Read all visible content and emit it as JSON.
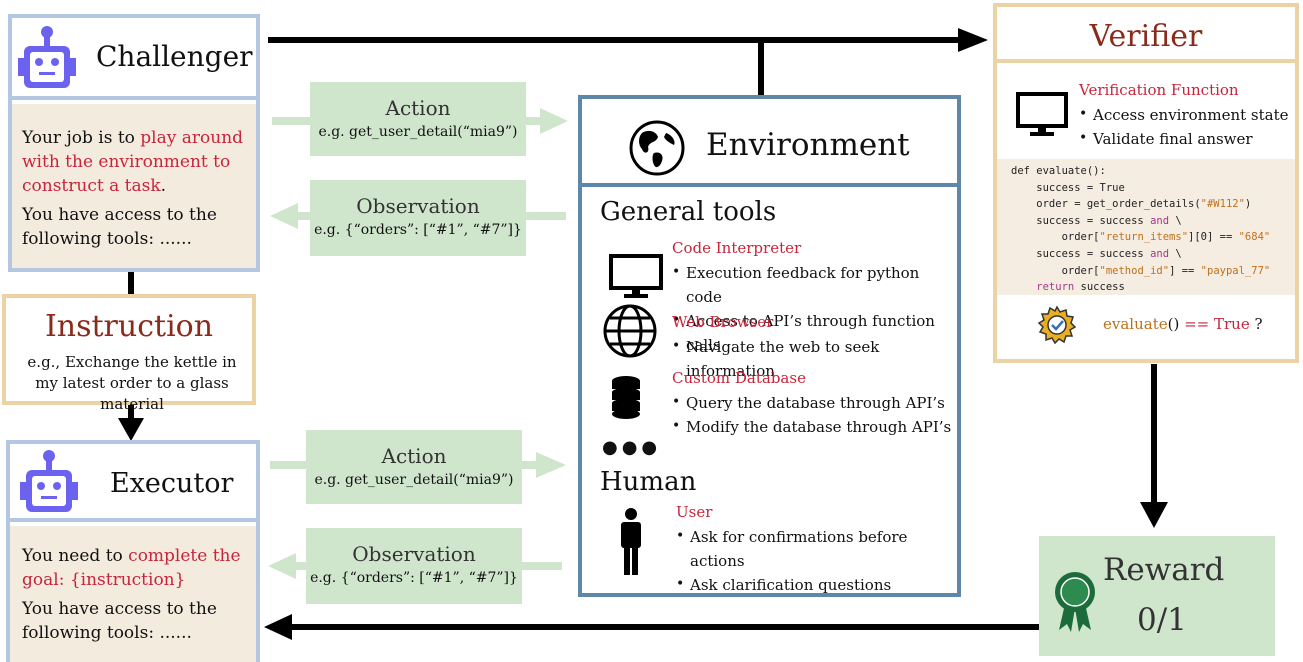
{
  "challenger": {
    "title": "Challenger",
    "body_line1_pre": "Your job is to ",
    "body_line1_red": "play around with the environment to construct a task",
    "body_line1_post": ".",
    "body_line2": "You have access to the following tools: ......"
  },
  "instruction": {
    "title": "Instruction",
    "text": "e.g., Exchange the kettle in my latest order to a glass material"
  },
  "executor": {
    "title": "Executor",
    "body_line1_pre": "You need to ",
    "body_line1_red": "complete the goal: {instruction}",
    "body_line2": "You have access to the following tools: ......"
  },
  "top_action": {
    "label": "Action",
    "example": "e.g. get_user_detail(“mia9”)"
  },
  "top_observation": {
    "label": "Observation",
    "example": "e.g. {“orders”: [“#1”, “#7”]}"
  },
  "bottom_action": {
    "label": "Action",
    "example": "e.g. get_user_detail(“mia9”)"
  },
  "bottom_observation": {
    "label": "Observation",
    "example": "e.g. {“orders”: [“#1”, “#7”]}"
  },
  "environment": {
    "title": "Environment",
    "general_tools": "General tools",
    "code_interpreter": {
      "name": "Code Interpreter",
      "items": [
        "Execution feedback for python code",
        "Access to API’s through function calls"
      ]
    },
    "web_browser": {
      "name": "Web Browser",
      "items": [
        "Navigate the web to seek information"
      ]
    },
    "custom_database": {
      "name": "Custom Database",
      "items": [
        "Query the database through API’s",
        "Modify the database through API’s"
      ]
    },
    "ellipsis": "●●●",
    "human": "Human",
    "user": {
      "name": "User",
      "items": [
        "Ask for confirmations before actions",
        "Ask clarification questions"
      ]
    }
  },
  "verifier": {
    "title": "Verifier",
    "function_name": "Verification Function",
    "items": [
      "Access environment state",
      "Validate final answer"
    ],
    "code": [
      [
        {
          "t": "def evaluate():",
          "c": "plain"
        }
      ],
      [
        {
          "t": "    success = True",
          "c": "plain"
        }
      ],
      [
        {
          "t": "    order = get_order_details(",
          "c": "plain"
        },
        {
          "t": "\"#W112\"",
          "c": "str"
        },
        {
          "t": ")",
          "c": "plain"
        }
      ],
      [
        {
          "t": "    success = success ",
          "c": "plain"
        },
        {
          "t": "and",
          "c": "kw"
        },
        {
          "t": " \\",
          "c": "plain"
        }
      ],
      [
        {
          "t": "        order[",
          "c": "plain"
        },
        {
          "t": "\"return_items\"",
          "c": "str"
        },
        {
          "t": "][0] == ",
          "c": "plain"
        },
        {
          "t": "\"684\"",
          "c": "str"
        }
      ],
      [
        {
          "t": "    success = success ",
          "c": "plain"
        },
        {
          "t": "and",
          "c": "kw"
        },
        {
          "t": " \\",
          "c": "plain"
        }
      ],
      [
        {
          "t": "        order[",
          "c": "plain"
        },
        {
          "t": "\"method_id\"",
          "c": "str"
        },
        {
          "t": "] == ",
          "c": "plain"
        },
        {
          "t": "\"paypal_77\"",
          "c": "str"
        }
      ],
      [
        {
          "t": "    return",
          "c": "kw"
        },
        {
          "t": " success",
          "c": "plain"
        }
      ]
    ],
    "eval_fn": "evaluate",
    "eval_paren": "() ",
    "eval_op": "==",
    "eval_true": " True",
    "eval_q": " ?"
  },
  "reward": {
    "title": "Reward",
    "value": "0/1"
  },
  "colors": {
    "blue_frame": "#b3c8e0",
    "tan_frame": "#ecd3a6",
    "env_frame": "#5e87a8",
    "green_fill": "#cfe6cd",
    "red_text": "#c8243b",
    "brown_title": "#8a2a1a",
    "robot": "#6b63f0"
  }
}
